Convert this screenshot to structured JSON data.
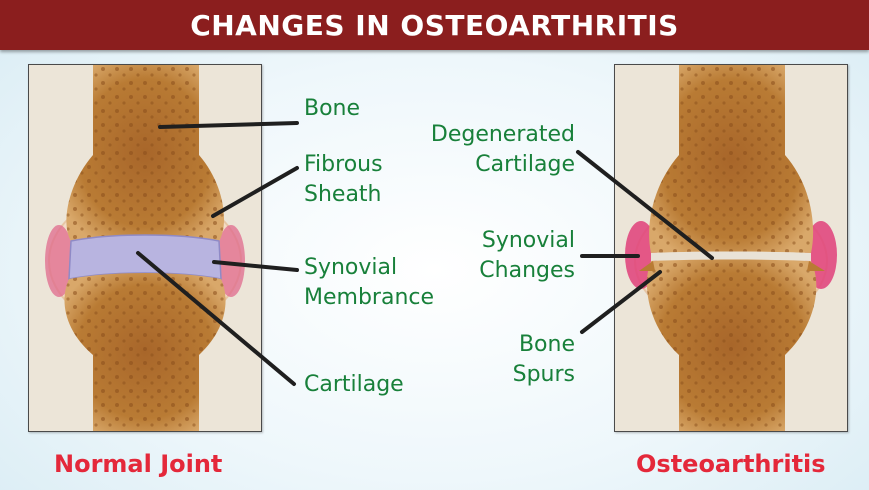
{
  "title": "CHANGES IN OSTEOARTHRITIS",
  "captions": {
    "left": "Normal Joint",
    "right": "Osteoarthritis"
  },
  "labels": {
    "bone": "Bone",
    "fibrous_sheath": [
      "Fibrous",
      "Sheath"
    ],
    "synovial_membrane": [
      "Synovial",
      "Membrance"
    ],
    "cartilage": "Cartilage",
    "degenerated_cartilage": [
      "Degenerated",
      "Cartilage"
    ],
    "synovial_changes": [
      "Synovial",
      "Changes"
    ],
    "bone_spurs": [
      "Bone",
      "Spurs"
    ]
  },
  "colors": {
    "title_bar": "#8b1e1e",
    "caption": "#e4283a",
    "label": "#18803a",
    "bone": "#b7782f",
    "cartilage": "#b8b4e0",
    "synovium": "#e0407a"
  }
}
